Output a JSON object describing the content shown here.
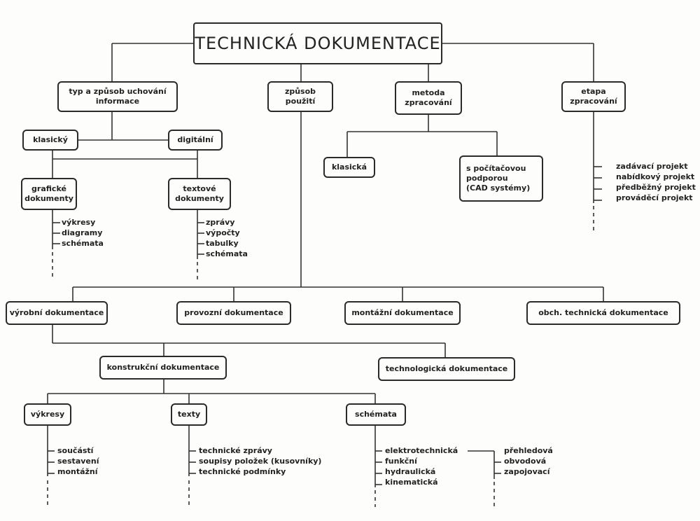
{
  "root": "TECHNICKÁ DOKUMENTACE",
  "level1": {
    "typ": "typ a způsob uchování\ninformace",
    "zpusob": "způsob\npoužití",
    "metoda": "metoda\nzpracování",
    "etapa": "etapa\nzpracování"
  },
  "typ_children": {
    "klasicky": "klasický",
    "digitalni": "digitální",
    "graficke": "grafické\ndokumenty",
    "textove": "textové\ndokumenty",
    "graficke_items": [
      "výkresy",
      "diagramy",
      "schémata"
    ],
    "textove_items": [
      "zprávy",
      "výpočty",
      "tabulky",
      "schémata"
    ]
  },
  "metoda_children": {
    "klasicka": "klasická",
    "pocitacova": "s počítačovou\npodporou\n(CAD systémy)"
  },
  "etapa_items": [
    "zadávací projekt",
    "nabídkový projekt",
    "předběžný projekt",
    "prováděcí projekt"
  ],
  "pouziti": {
    "vyrobni": "výrobní dokumentace",
    "provozni": "provozní dokumentace",
    "montazni": "montážní dokumentace",
    "obch": "obch. technická dokumentace"
  },
  "vyrobni_children": {
    "konstrukcni": "konstrukční dokumentace",
    "technologicka": "technologická dokumentace"
  },
  "konstrukcni_children": {
    "vykresy": "výkresy",
    "texty": "texty",
    "schemata": "schémata",
    "vykresy_items": [
      "součástí",
      "sestavení",
      "montážní"
    ],
    "texty_items": [
      "technické zprávy",
      "soupisy položek (kusovníky)",
      "technické podmínky"
    ],
    "schemata_items": [
      "elektrotechnická",
      "funkční",
      "hydraulická",
      "kinematická"
    ],
    "schemata_sub_items": [
      "přehledová",
      "obvodová",
      "zapojovací"
    ]
  }
}
